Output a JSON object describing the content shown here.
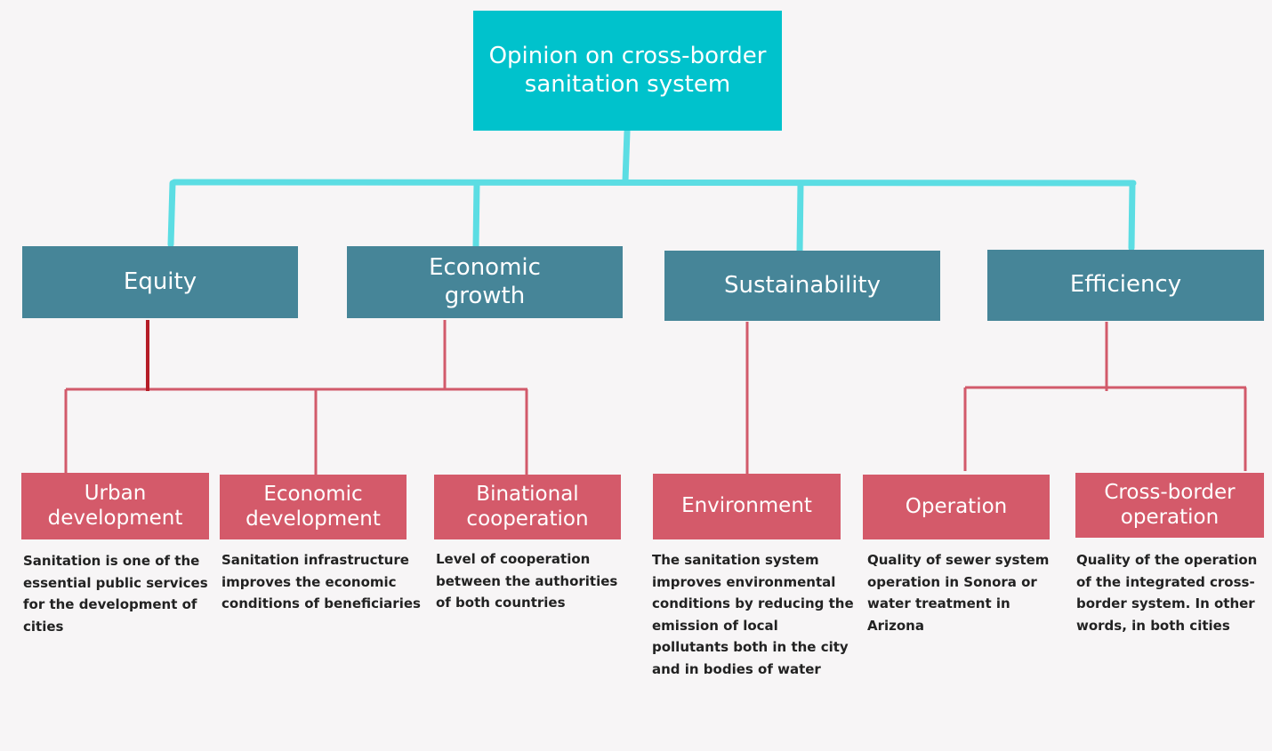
{
  "colors": {
    "root_fill": "#00c2cc",
    "category_fill": "#468598",
    "subcategory_fill": "#d45a6a",
    "top_connector": "#5cdde3",
    "lower_connector": "#d25a6b",
    "equity_connector": "#b51d27"
  },
  "root": {
    "label": "Opinion on cross-border\nsanitation system"
  },
  "categories": [
    {
      "label": "Equity"
    },
    {
      "label": "Economic\ngrowth"
    },
    {
      "label": "Sustainability"
    },
    {
      "label": "Efficiency"
    }
  ],
  "subcategories": [
    {
      "label": "Urban\ndevelopment",
      "description": "Sanitation is one of the essential public services for the development of cities"
    },
    {
      "label": "Economic\ndevelopment",
      "description": "Sanitation infrastructure improves the economic conditions of beneficiaries"
    },
    {
      "label": "Binational\ncooperation",
      "description": "Level of cooperation between the authorities of both countries"
    },
    {
      "label": "Environment",
      "description": "The sanitation system improves environmental conditions by reducing the emission of local pollutants both in the city and in bodies of water"
    },
    {
      "label": "Operation",
      "description": "Quality of sewer system operation in Sonora or water treatment in Arizona"
    },
    {
      "label": "Cross-border\noperation",
      "description": "Quality of the operation of the integrated cross-border system. In other words, in both cities"
    }
  ]
}
